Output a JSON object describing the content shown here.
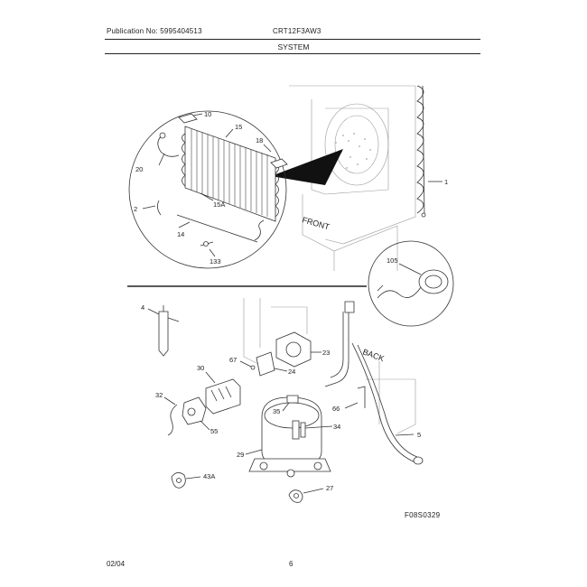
{
  "header": {
    "publication": "Publication No: 5995404513",
    "model": "CRT12F3AW3",
    "section": "SYSTEM"
  },
  "footer": {
    "date": "02/04",
    "page": "6",
    "figure_id": "F08S0329"
  },
  "callouts": {
    "c1": "1",
    "c2": "2",
    "c4": "4",
    "c5": "5",
    "c10": "10",
    "c14": "14",
    "c15": "15",
    "c15a": "15A",
    "c18": "18",
    "c20": "20",
    "c23": "23",
    "c24": "24",
    "c27": "27",
    "c29": "29",
    "c30": "30",
    "c32": "32",
    "c34": "34",
    "c35": "35",
    "c55": "55",
    "c66": "66",
    "c67": "67",
    "c43a": "43A",
    "c105": "105",
    "c133": "133"
  },
  "labels": {
    "front": "FRONT",
    "back": "BACK"
  }
}
